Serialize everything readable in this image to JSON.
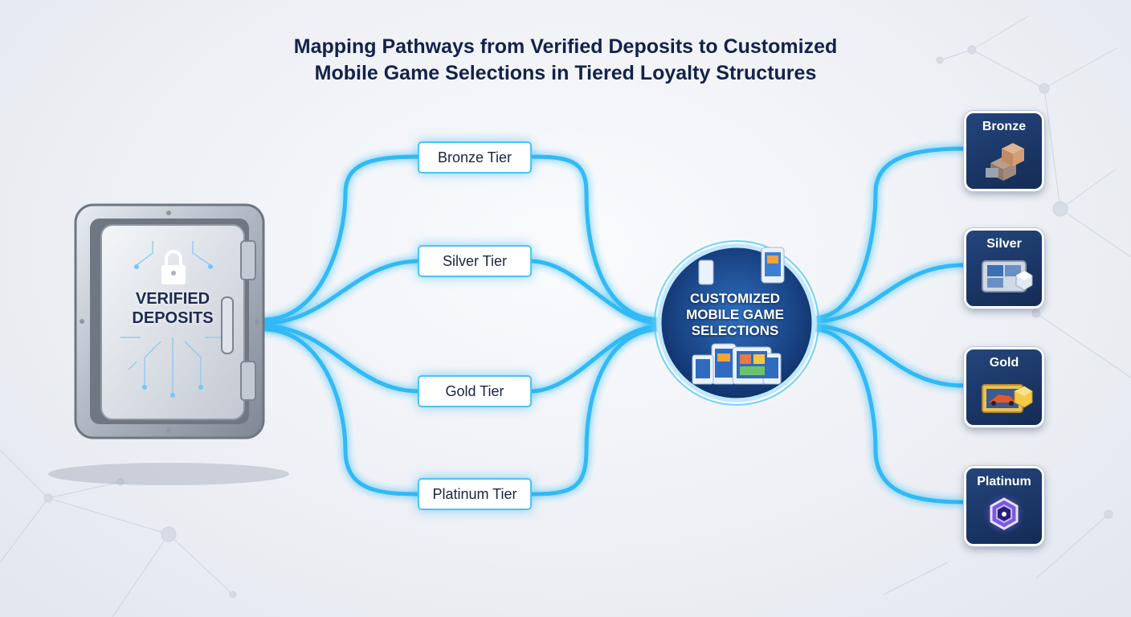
{
  "title": {
    "line1": "Mapping Pathways from Verified Deposits to Customized",
    "line2": "Mobile Game Selections in Tiered Loyalty Structures"
  },
  "source": {
    "label_line1": "VERIFIED",
    "label_line2": "DEPOSITS",
    "icon": "vault-icon"
  },
  "tiers": [
    {
      "label": "Bronze Tier"
    },
    {
      "label": "Silver Tier"
    },
    {
      "label": "Gold Tier"
    },
    {
      "label": "Platinum Tier"
    }
  ],
  "hub": {
    "label_line1": "CUSTOMIZED",
    "label_line2": "MOBILE GAME",
    "label_line3": "SELECTIONS",
    "icon": "mobile-devices-icon"
  },
  "rewards": [
    {
      "label": "Bronze",
      "icon": "bronze-blocks-icon"
    },
    {
      "label": "Silver",
      "icon": "silver-puzzle-icon"
    },
    {
      "label": "Gold",
      "icon": "gold-racing-icon"
    },
    {
      "label": "Platinum",
      "icon": "platinum-gem-icon"
    }
  ],
  "colors": {
    "flow": "#26b7f5",
    "title": "#13224a",
    "tile": "#1c3a6e"
  }
}
